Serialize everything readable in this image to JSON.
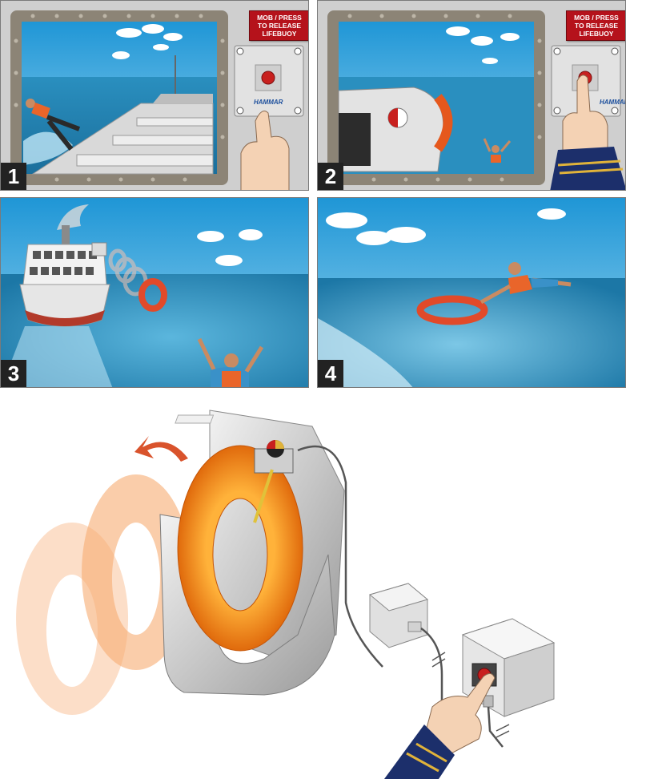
{
  "panels": [
    {
      "number": "1",
      "release_label": "MOB / PRESS TO RELEASE LIFEBUOY",
      "brand": "HAMMAR"
    },
    {
      "number": "2",
      "release_label": "MOB / PRESS TO RELEASE LIFEBUOY",
      "brand": "HAMMAR"
    },
    {
      "number": "3"
    },
    {
      "number": "4"
    }
  ],
  "colors": {
    "sky": "#3fa9dc",
    "sea": "#2c8fc0",
    "frame": "#8c8476",
    "button_red": "#c8201e",
    "lifebuoy": "#f07a1a",
    "tag_red": "#b5121b"
  }
}
